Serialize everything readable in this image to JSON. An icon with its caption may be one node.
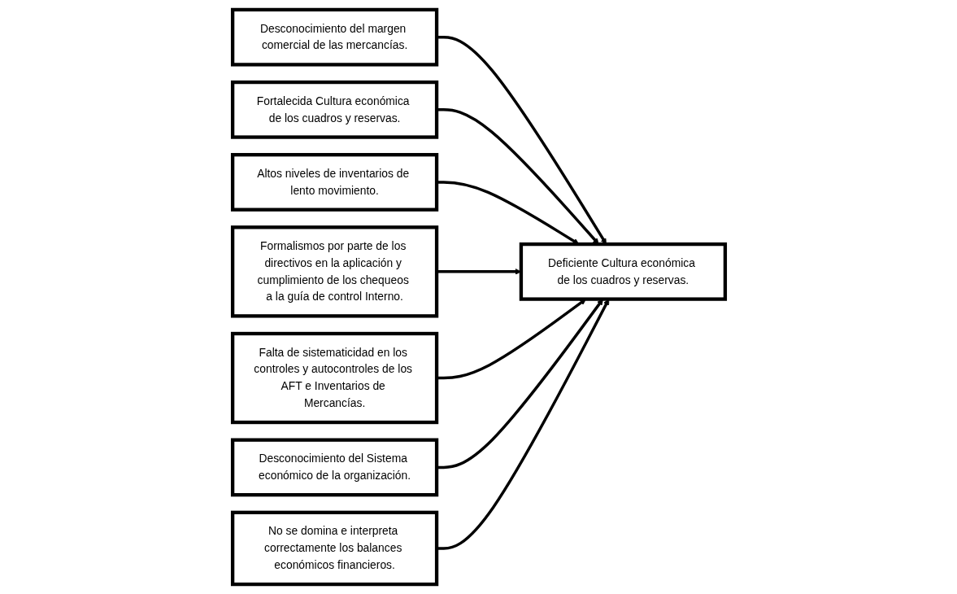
{
  "diagram": {
    "nodes": [
      {
        "text": [
          "Desconocimiento del margen comercial de las mercancías."
        ]
      },
      {
        "text": [
          "Falta de sistematicidad en los controles y autocontroles de los AFT e Inventarios de Mercancías."
        ]
      },
      {
        "text": [
          "Desconocimiento del Sistema económico de la organización."
        ]
      },
      {
        "text": [
          "Fortalecida Cultura económica de los cuadros y reservas."
        ]
      },
      {
        "text": [
          "Deficiente Cultura económica de los cuadros y reservas."
        ]
      },
      {
        "text": [
          "Altos niveles de inventarios de lento movimiento."
        ]
      },
      {
        "text": [
          "Formalismos por parte de los directivos en la aplicación y cumplimiento de los chequeos a la guía de control Interno."
        ]
      },
      {
        "text": [
          "No se domina e interpreta correctamente los balances económicos financieros."
        ]
      }
    ],
    "edges": [
      {
        "from": 0,
        "to": 4,
        "arrow": "to"
      },
      {
        "from": 3,
        "to": 4,
        "arrow": "to"
      },
      {
        "from": 5,
        "to": 4,
        "arrow": "to"
      },
      {
        "from": 6,
        "to": 4,
        "arrow": "to"
      },
      {
        "from": 1,
        "to": 4,
        "arrow": "to"
      },
      {
        "from": 2,
        "to": 4,
        "arrow": "to"
      },
      {
        "from": 7,
        "to": 4,
        "arrow": "to"
      }
    ]
  }
}
